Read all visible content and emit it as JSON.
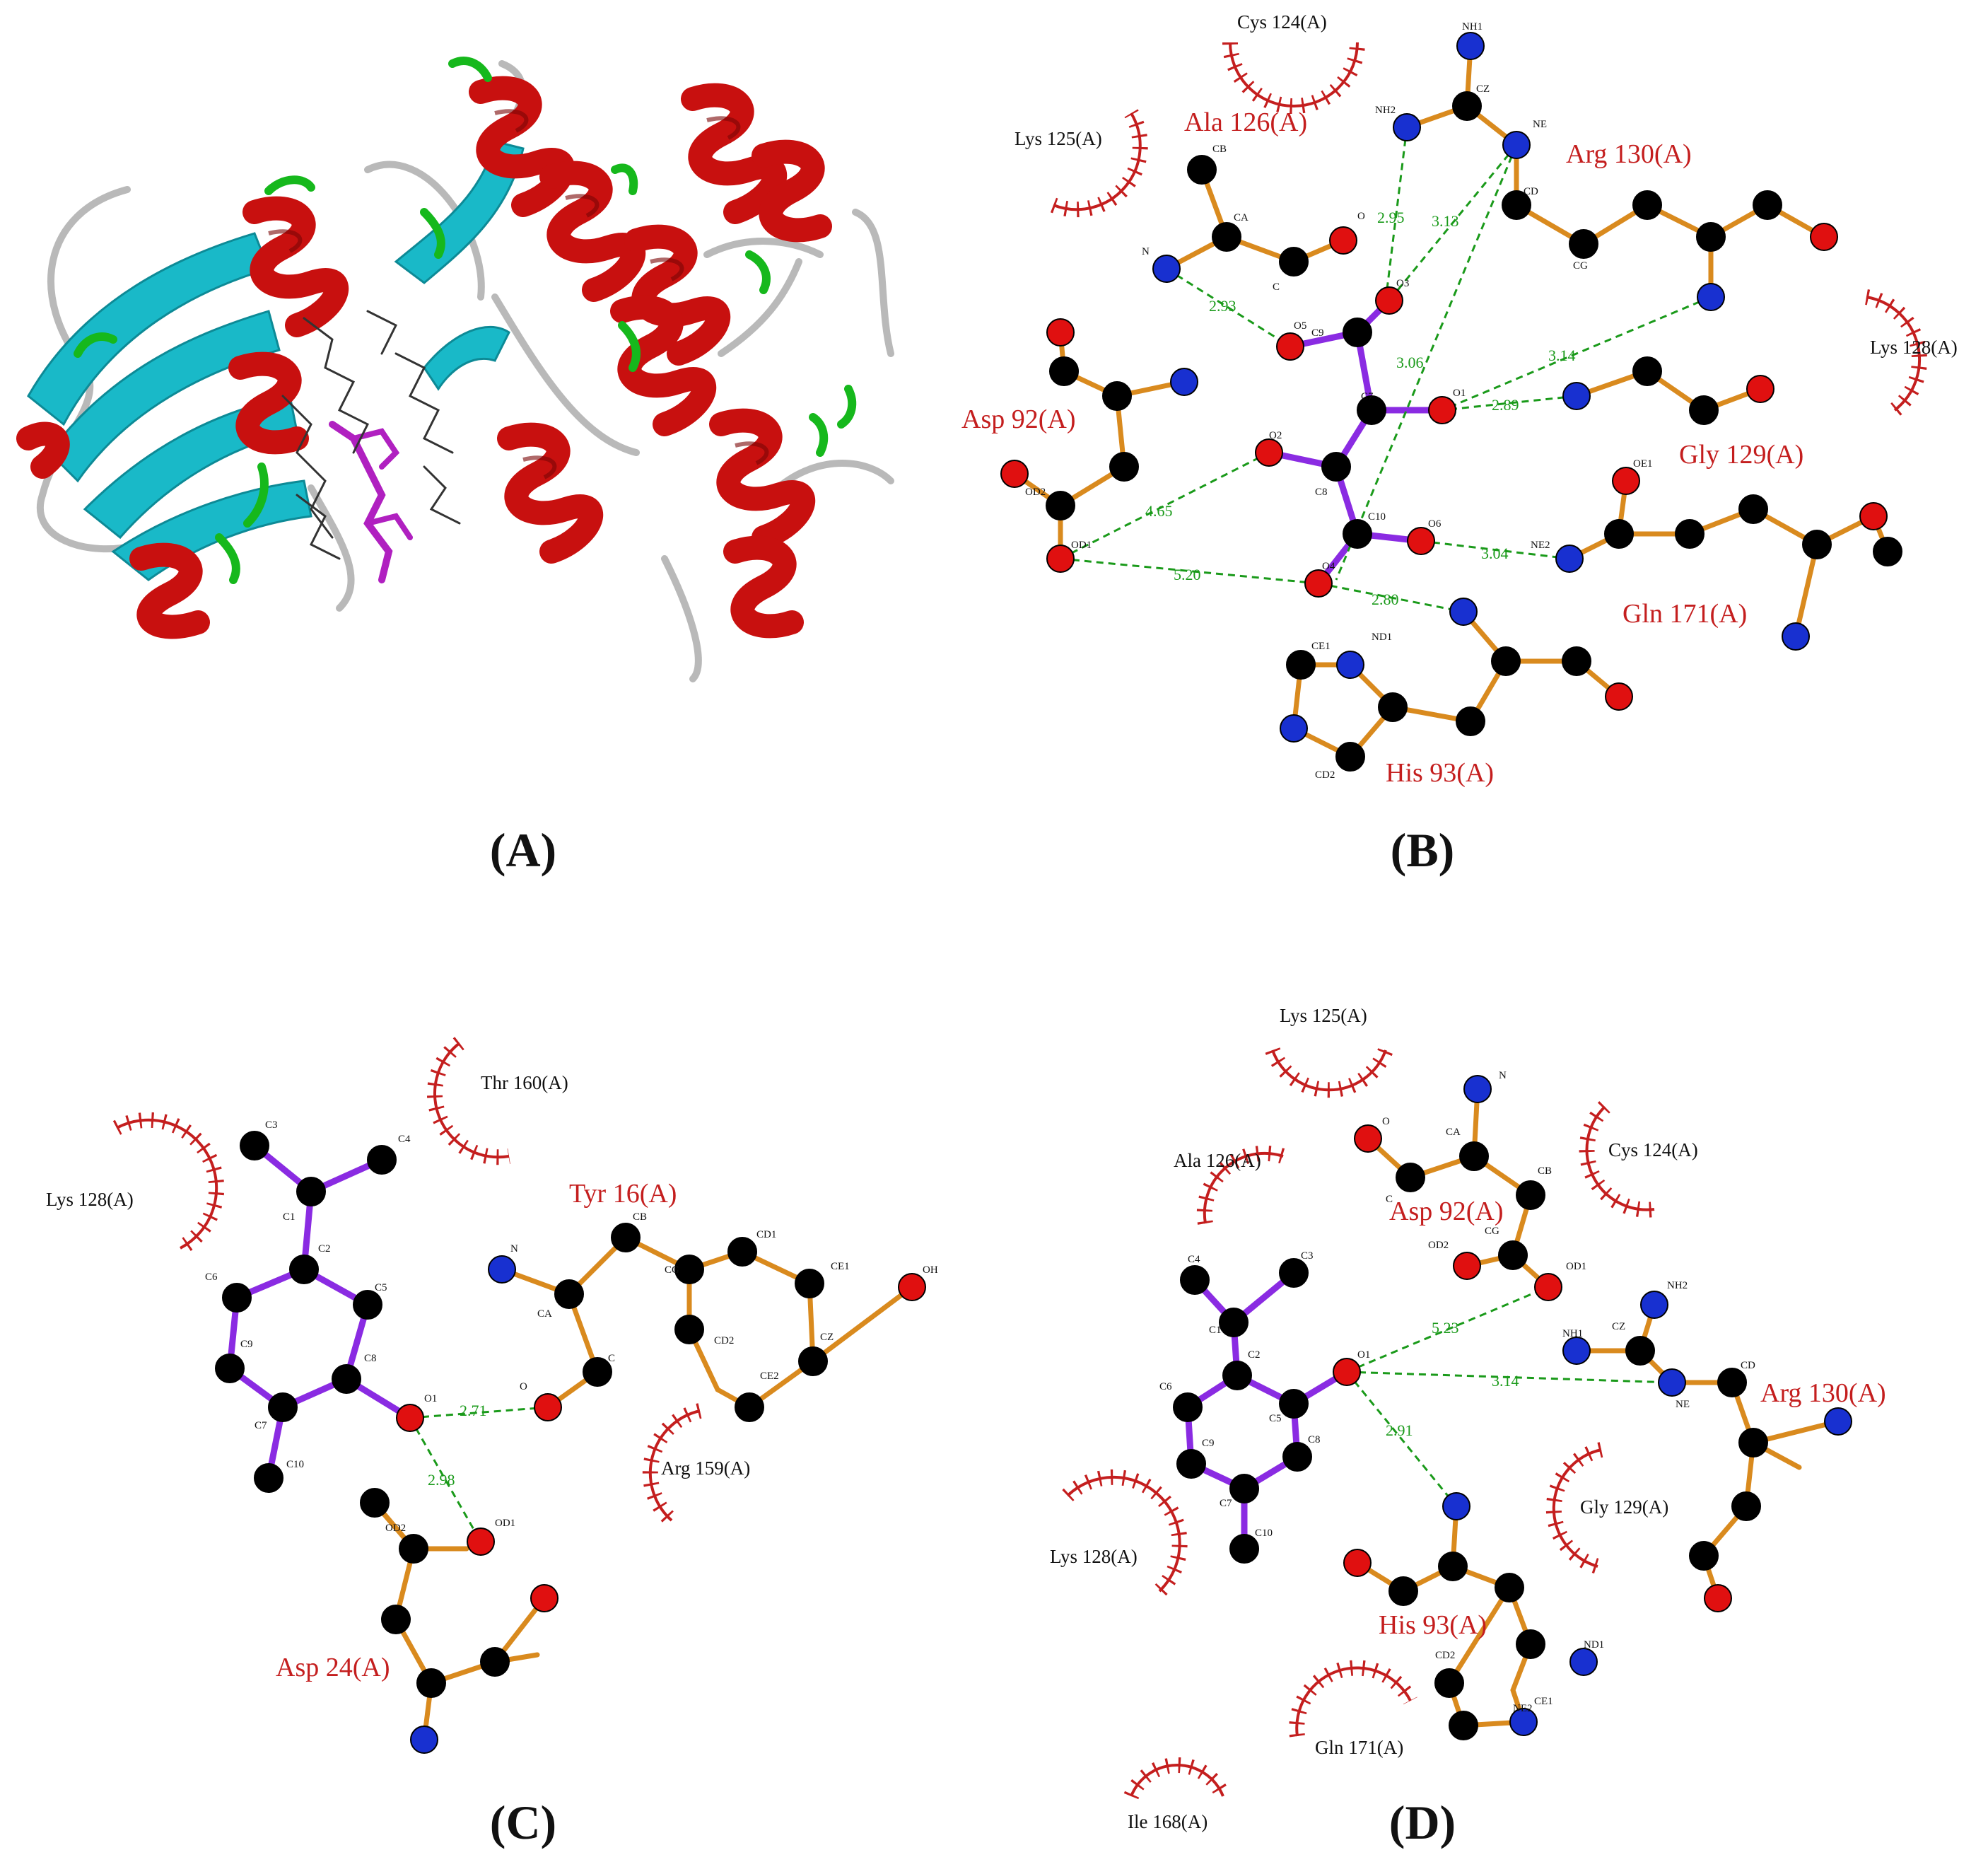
{
  "colors": {
    "helix": "#c8100f",
    "sheet": "#19b9c8",
    "coil": "#b9b9b9",
    "turn": "#16b81c",
    "ligand": "#b020c0",
    "ligand_bond": "#8a2be2",
    "residue_bond": "#d98a1e",
    "carbon": "#000000",
    "oxygen": "#e01010",
    "nitrogen": "#1830d0",
    "hbond": "#1a9a1a",
    "hydrophobic": "#c41e1e",
    "residue_label_red": "#c41e1e"
  },
  "panels": {
    "A": {
      "label": "(A)"
    },
    "B": {
      "label": "(B)",
      "residues": [
        "Cys 124(A)",
        "Lys 125(A)",
        "Ala 126(A)",
        "Arg 130(A)",
        "Lys 128(A)",
        "Asp 92(A)",
        "Gly 129(A)",
        "Gln 171(A)",
        "His 93(A)"
      ],
      "distances": [
        "2.95",
        "3.13",
        "2.93",
        "3.06",
        "3.14",
        "2.89",
        "4.65",
        "3.04",
        "5.20",
        "2.80"
      ],
      "atoms": [
        "NH1",
        "NH2",
        "CZ",
        "NE",
        "CB",
        "CD",
        "CA",
        "C",
        "O",
        "N",
        "CG",
        "O3",
        "O5",
        "C9",
        "C7",
        "O1",
        "O2",
        "C8",
        "C10",
        "O6",
        "O4",
        "OD2",
        "OD1",
        "OE1",
        "NE2",
        "ND1",
        "CE1",
        "CD2"
      ]
    },
    "C": {
      "label": "(C)",
      "residues": [
        "Thr 160(A)",
        "Lys 128(A)",
        "Tyr 16(A)",
        "Arg 159(A)",
        "Asp 24(A)"
      ],
      "distances": [
        "2.71",
        "2.98"
      ],
      "atoms": [
        "C3",
        "C4",
        "C1",
        "C2",
        "C6",
        "C5",
        "C9",
        "C8",
        "C7",
        "C10",
        "O1",
        "N",
        "CA",
        "CB",
        "CG",
        "C",
        "O",
        "CD1",
        "CE1",
        "CD2",
        "CE2",
        "CZ",
        "OH",
        "OD2",
        "OD1"
      ]
    },
    "D": {
      "label": "(D)",
      "residues": [
        "Lys 125(A)",
        "Ala 126(A)",
        "Cys 124(A)",
        "Asp 92(A)",
        "Arg 130(A)",
        "Lys 128(A)",
        "Gly 129(A)",
        "His 93(A)",
        "Gln 171(A)",
        "Ile 168(A)"
      ],
      "distances": [
        "5.23",
        "3.14",
        "2.91"
      ],
      "atoms": [
        "N",
        "O",
        "CA",
        "C",
        "CB",
        "CG",
        "OD2",
        "OD1",
        "C4",
        "C3",
        "C1",
        "C2",
        "C6",
        "C5",
        "C9",
        "C8",
        "C7",
        "C10",
        "O1",
        "NH2",
        "NH1",
        "CZ",
        "NE",
        "CD",
        "ND1",
        "CD2",
        "NE2",
        "CE1"
      ]
    }
  }
}
